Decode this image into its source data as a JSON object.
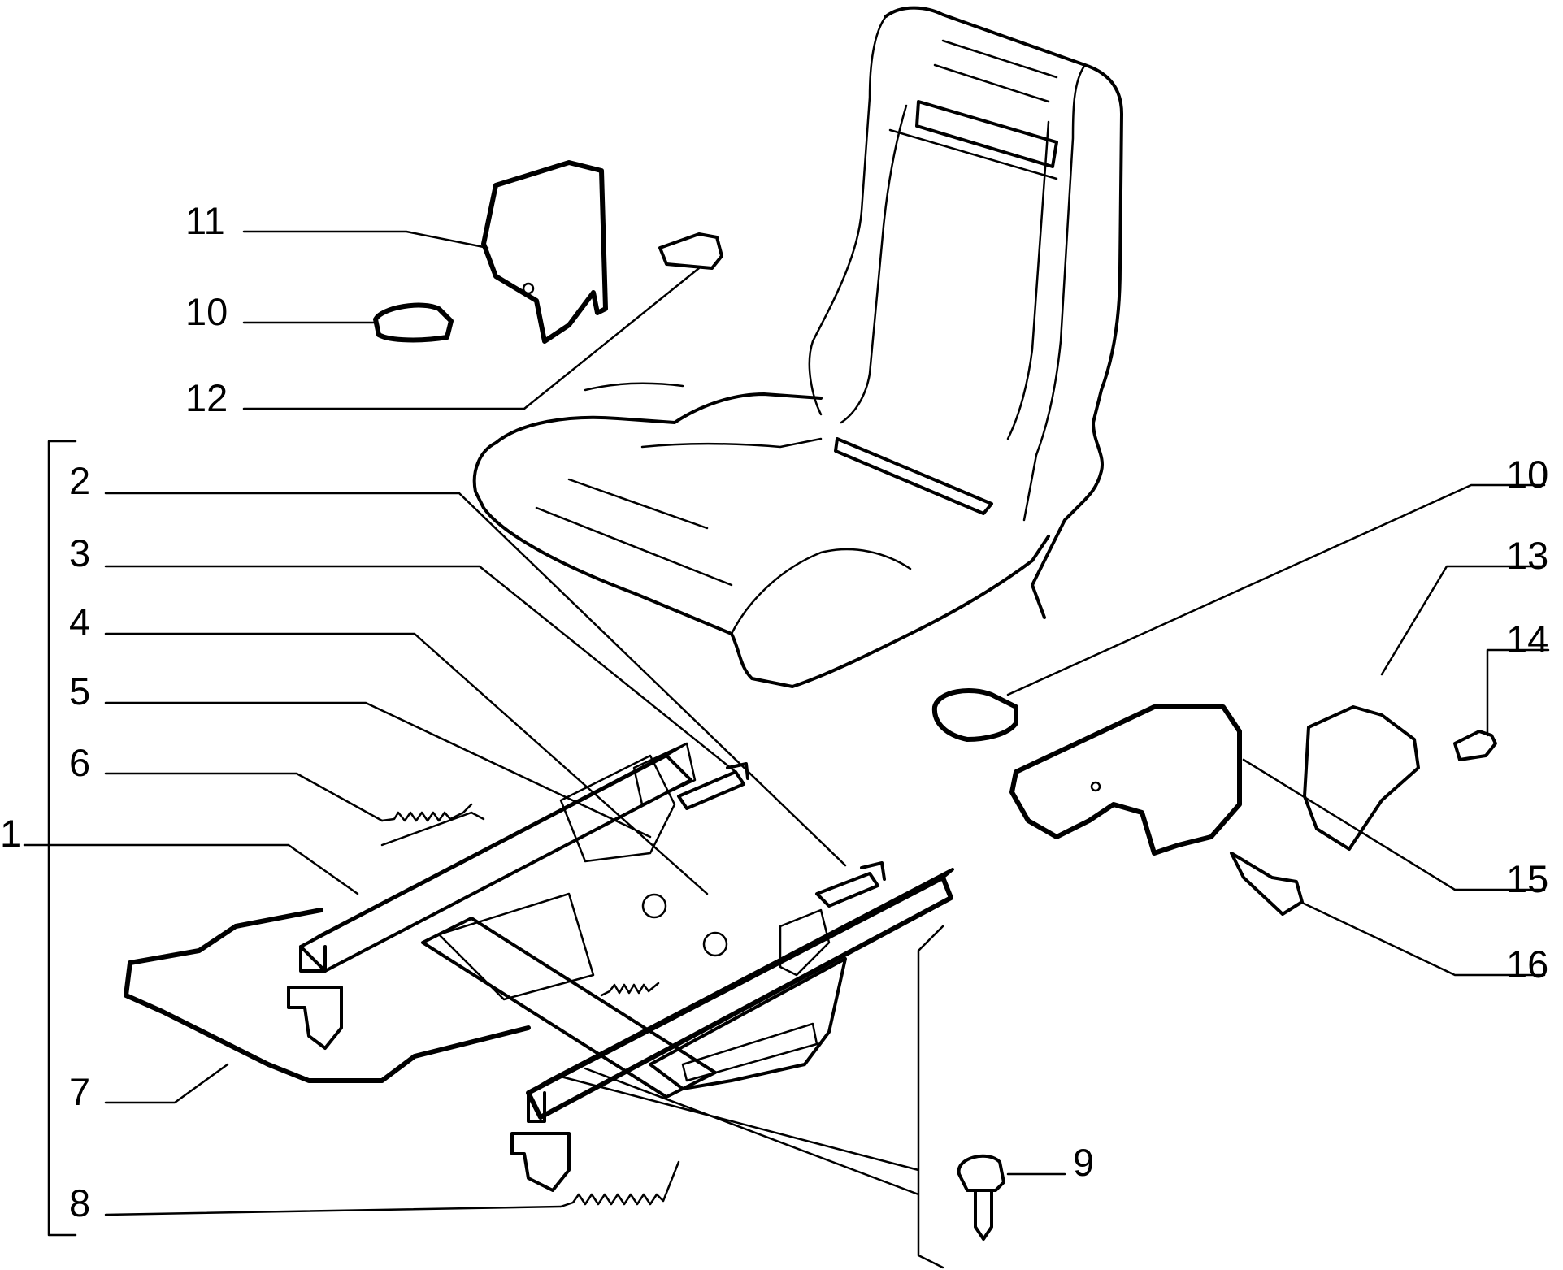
{
  "diagram": {
    "callouts": [
      {
        "id": "label-1",
        "text": "1"
      },
      {
        "id": "label-2",
        "text": "2"
      },
      {
        "id": "label-3",
        "text": "3"
      },
      {
        "id": "label-4",
        "text": "4"
      },
      {
        "id": "label-5",
        "text": "5"
      },
      {
        "id": "label-6",
        "text": "6"
      },
      {
        "id": "label-7",
        "text": "7"
      },
      {
        "id": "label-8",
        "text": "8"
      },
      {
        "id": "label-9",
        "text": "9"
      },
      {
        "id": "label-10a",
        "text": "10"
      },
      {
        "id": "label-10b",
        "text": "10"
      },
      {
        "id": "label-11",
        "text": "11"
      },
      {
        "id": "label-12",
        "text": "12"
      },
      {
        "id": "label-13",
        "text": "13"
      },
      {
        "id": "label-14",
        "text": "14"
      },
      {
        "id": "label-15",
        "text": "15"
      },
      {
        "id": "label-16",
        "text": "16"
      }
    ],
    "line_color": "#000000",
    "background": "#ffffff"
  }
}
